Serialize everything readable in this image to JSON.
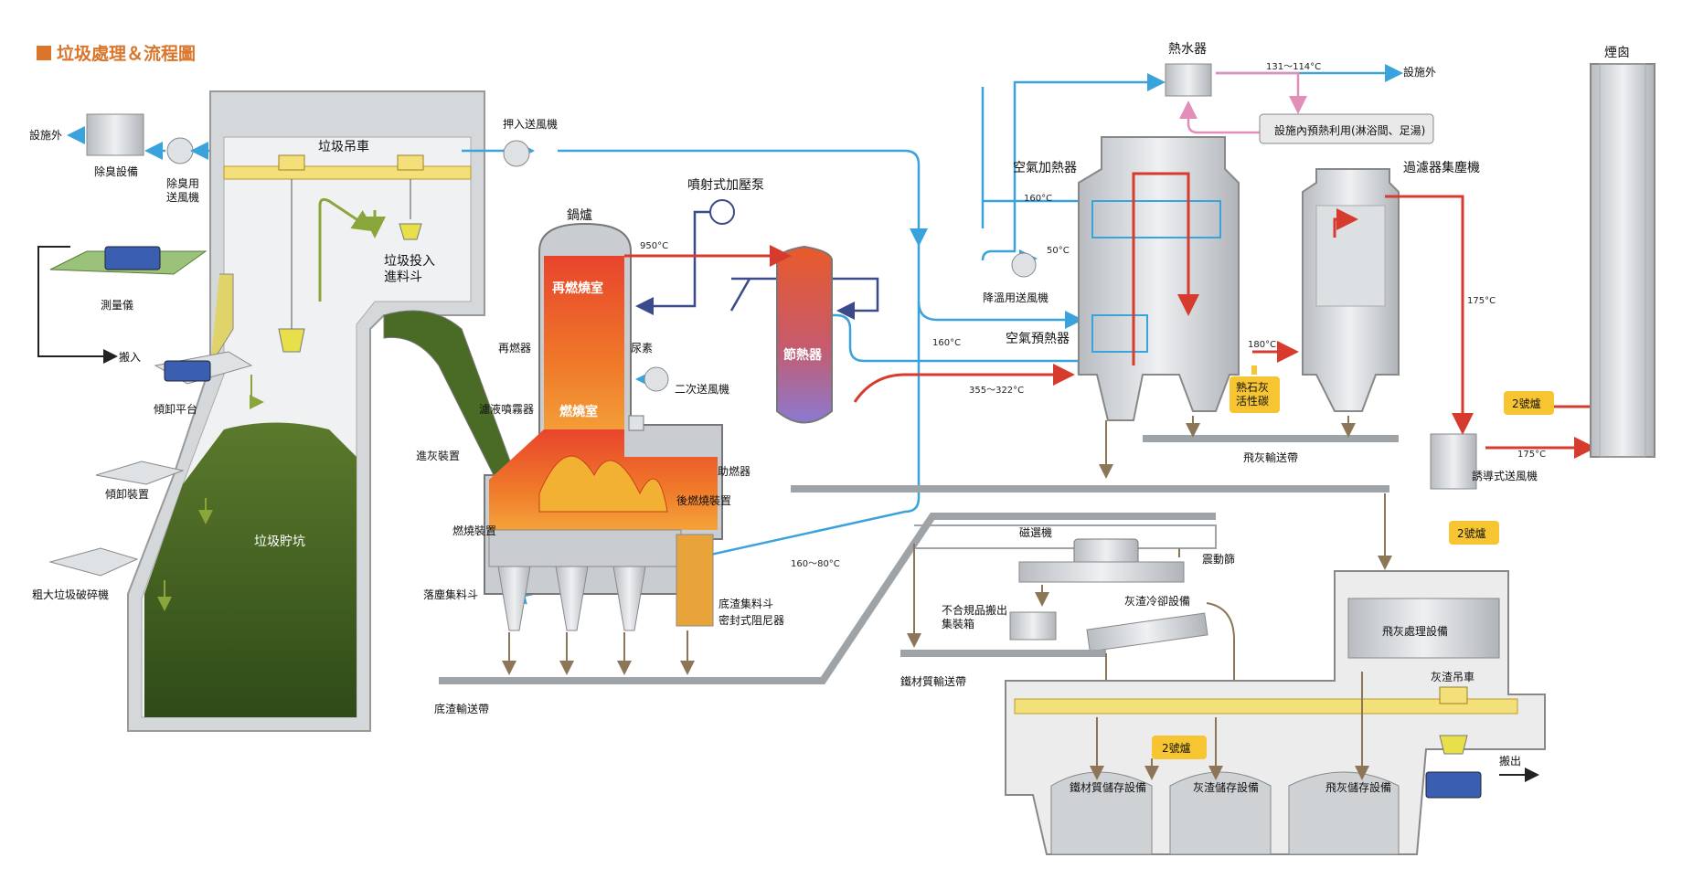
{
  "title": "垃圾處理＆流程圖",
  "colors": {
    "title": "#d9762b",
    "air": "#3aa3dc",
    "hot": "#d63b2e",
    "dark_flow": "#3a4a8a",
    "ash": "#9a8060",
    "pink": "#e18fb8",
    "garbage": "#3f5e22",
    "crane_rail": "#f4e07a",
    "badge": "#f7c531",
    "steel": "#c9cdd1"
  },
  "labels": {
    "outside_left": "設施外",
    "deodorizer": "除臭設備",
    "deodor_fan": "除臭用\n送風機",
    "scale": "測量儀",
    "carry_in": "搬入",
    "tipping_platform": "傾卸平台",
    "tipping_device": "傾卸裝置",
    "crusher": "粗大垃圾破碎機",
    "garbage_crane": "垃圾吊車",
    "hopper": "垃圾投入\n進料斗",
    "garbage_pit": "垃圾貯坑",
    "push_fan": "押入送風機",
    "boiler": "鍋爐",
    "reburn_chamber": "再燃燒室",
    "reburner": "再燃器",
    "urea": "尿素",
    "spray": "濾液噴霧器",
    "combustion_chamber": "燃燒室",
    "secondary_fan": "二次送風機",
    "ash_feeder": "進灰裝置",
    "aux_burner": "助燃器",
    "post_combustion": "後燃燒裝置",
    "combustion_device": "燃燒裝置",
    "dust_hopper": "落塵集料斗",
    "bottom_hopper": "底渣集料斗",
    "sealed_damper": "密封式阻尼器",
    "bottom_conveyor": "底渣輸送帶",
    "jet_pump": "噴射式加壓泵",
    "economizer": "節熱器",
    "t950": "950°C",
    "t355": "355～322°C",
    "t160a": "160°C",
    "t160b": "160°C",
    "t160_80": "160～80°C",
    "t50": "50°C",
    "t180": "180°C",
    "t175a": "175°C",
    "t175b": "175°C",
    "t131": "131～114°C",
    "water_heater": "熱水器",
    "outside_right": "設施外",
    "internal_use": "設施內預熱利用(淋浴間、足湯)",
    "air_heater": "空氣加熱器",
    "cooling_fan": "降溫用送風機",
    "air_preheater": "空氣預熱器",
    "lime_carbon": "熟石灰\n活性碳",
    "bag_filter": "過濾器集塵機",
    "chimney": "煙囪",
    "furnace2": "2號爐",
    "id_fan": "誘導式送風機",
    "fly_ash_conveyor": "飛灰輸送帶",
    "magnet": "磁選機",
    "vibrating_screen": "震動篩",
    "reject_container": "不合規品搬出\n集裝箱",
    "slag_cooler": "灰渣冷卻設備",
    "metal_conveyor": "鐵材質輸送帶",
    "fly_ash_treatment": "飛灰處理設備",
    "ash_crane": "灰渣吊車",
    "carry_out": "搬出",
    "metal_storage": "鐵材質儲存設備",
    "slag_storage": "灰渣儲存設備",
    "flyash_storage": "飛灰儲存設備"
  }
}
